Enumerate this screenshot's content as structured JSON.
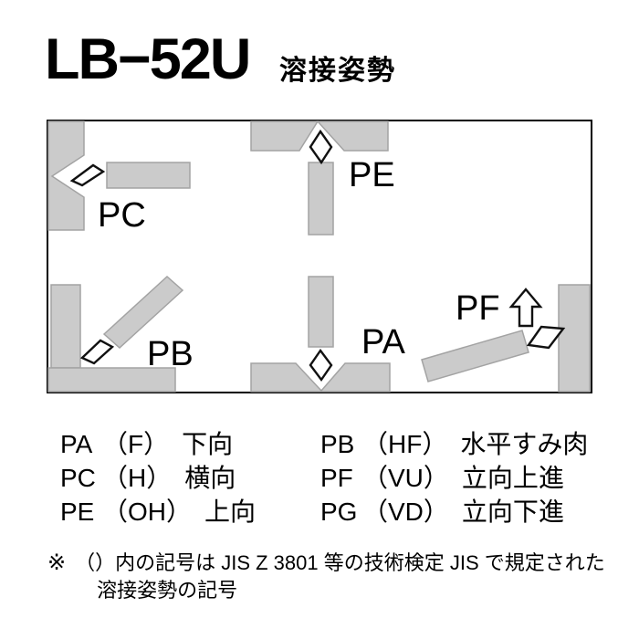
{
  "header": {
    "product": "LB−52U",
    "subtitle": "溶接姿勢"
  },
  "diagram": {
    "labels": {
      "pc": "PC",
      "pe": "PE",
      "pb": "PB",
      "pa": "PA",
      "pf": "PF"
    },
    "icons": [
      "electrode-tip-diamond",
      "up-direction-arrow"
    ],
    "plate_fill": "#cbcbcb",
    "plate_stroke": "#a3a3a3",
    "frame_stroke": "#000000"
  },
  "legend": {
    "left": [
      {
        "code": "PA",
        "jis": "（F）",
        "name": "下向"
      },
      {
        "code": "PC",
        "jis": "（H）",
        "name": "横向"
      },
      {
        "code": "PE",
        "jis": "（OH）",
        "name": "上向"
      }
    ],
    "right": [
      {
        "code": "PB",
        "jis": "（HF）",
        "name": "水平すみ肉"
      },
      {
        "code": "PF",
        "jis": "（VU）",
        "name": "立向上進"
      },
      {
        "code": "PG",
        "jis": "（VD）",
        "name": "立向下進"
      }
    ]
  },
  "note": {
    "marker": "※",
    "line1": "（）内の記号は JIS Z 3801 等の技術検定 JIS で規定された",
    "line2": "溶接姿勢の記号"
  }
}
